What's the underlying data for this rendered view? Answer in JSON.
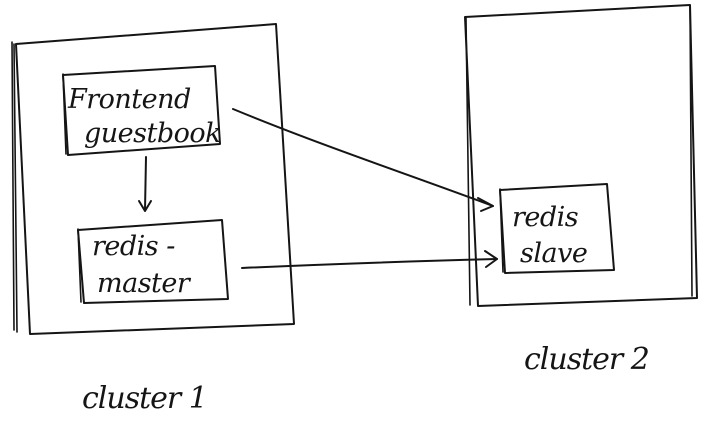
{
  "clusters": {
    "cluster1": {
      "label": "cluster 1"
    },
    "cluster2": {
      "label": "cluster 2"
    }
  },
  "nodes": {
    "frontend": {
      "line1": "Frontend",
      "line2": "guestbook"
    },
    "redis_master": {
      "line1": "redis -",
      "line2": "master"
    },
    "redis_slave": {
      "line1": "redis",
      "line2": "slave"
    }
  },
  "edges": [
    {
      "from": "frontend",
      "to": "redis_master"
    },
    {
      "from": "frontend",
      "to": "redis_slave"
    },
    {
      "from": "redis_master",
      "to": "redis_slave"
    }
  ],
  "colors": {
    "ink": "#151515",
    "background": "#ffffff"
  }
}
